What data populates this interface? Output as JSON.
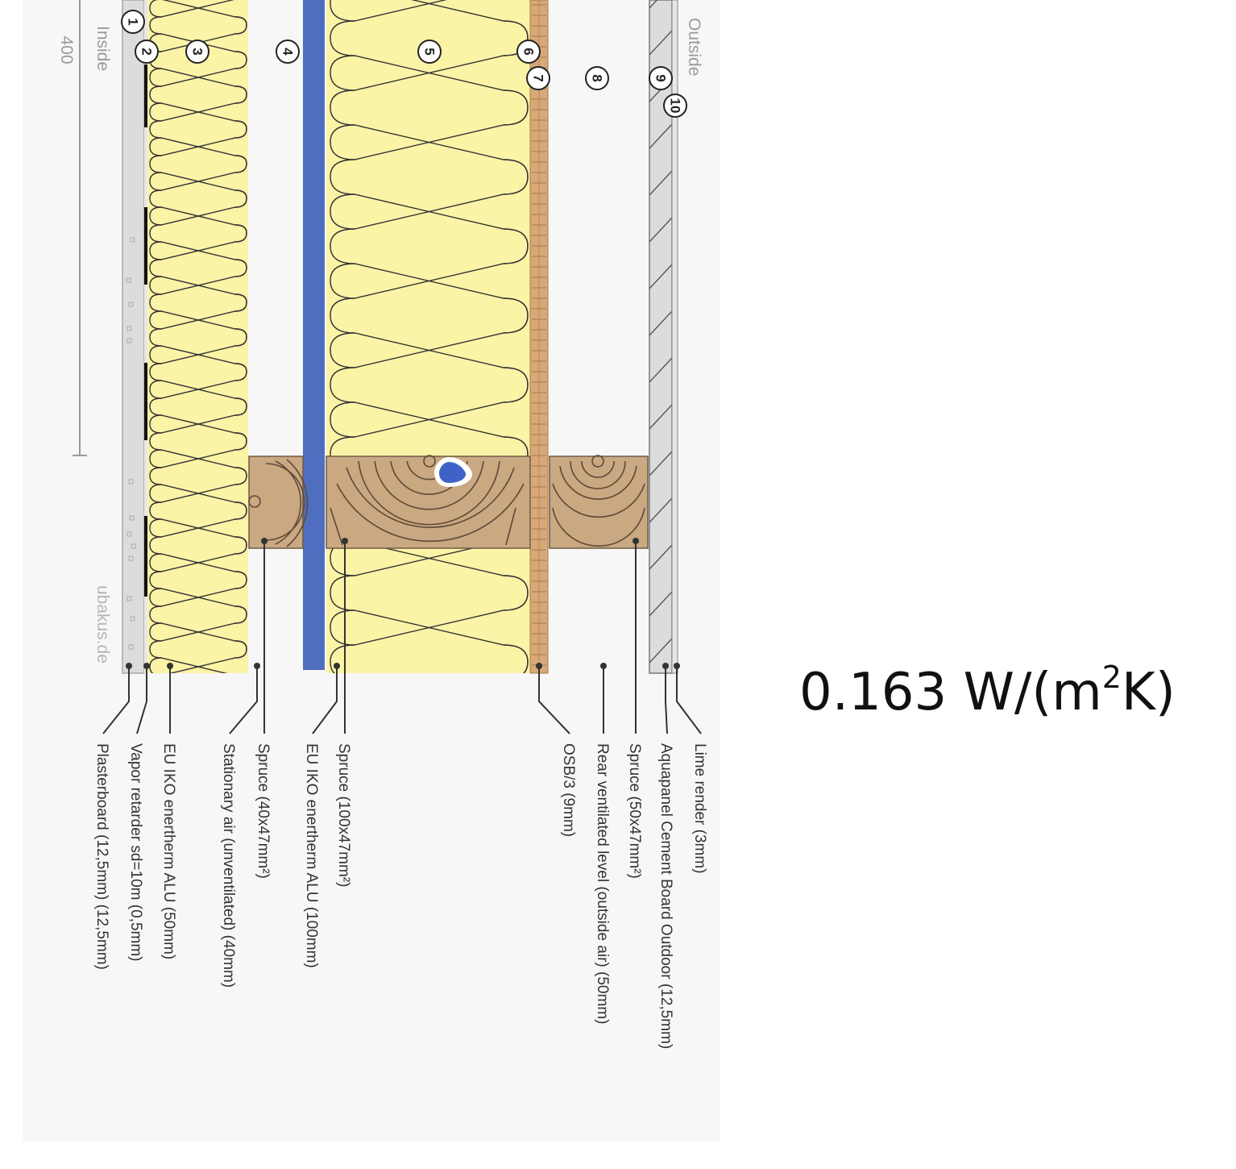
{
  "u_value": {
    "number": "0.163 W/(m",
    "exponent": "2",
    "suffix": "K)"
  },
  "scale_label": "400",
  "side_labels": {
    "inside": "Inside",
    "outside": "Outside"
  },
  "watermark": "ubakus.de",
  "layer_labels": [
    "Plasterboard (12,5mm) (12,5mm)",
    "Vapor retarder sd=10m (0,5mm)",
    "EU IKO enertherm ALU (50mm)",
    "Stationary air (unventilated) (40mm)",
    "Spruce (40x47mm²)",
    "EU IKO enertherm ALU (100mm)",
    "Spruce (100x47mm²)",
    "OSB/3 (9mm)",
    "Rear ventilated level (outside air) (50mm)",
    "Spruce (50x47mm²)",
    "Aquapanel Cement Board Outdoor (12,5mm)",
    "Lime render (3mm)"
  ],
  "layer_numbers": [
    "1",
    "2",
    "3",
    "4",
    "5",
    "6",
    "7",
    "8",
    "9",
    "10"
  ],
  "colors": {
    "insulation": "#fbf3a6",
    "timber": "#c9a882",
    "membrane": "#4f6ebf",
    "osb": "#d8a878",
    "board": "#dcdcdc",
    "background": "#f7f7f7"
  }
}
